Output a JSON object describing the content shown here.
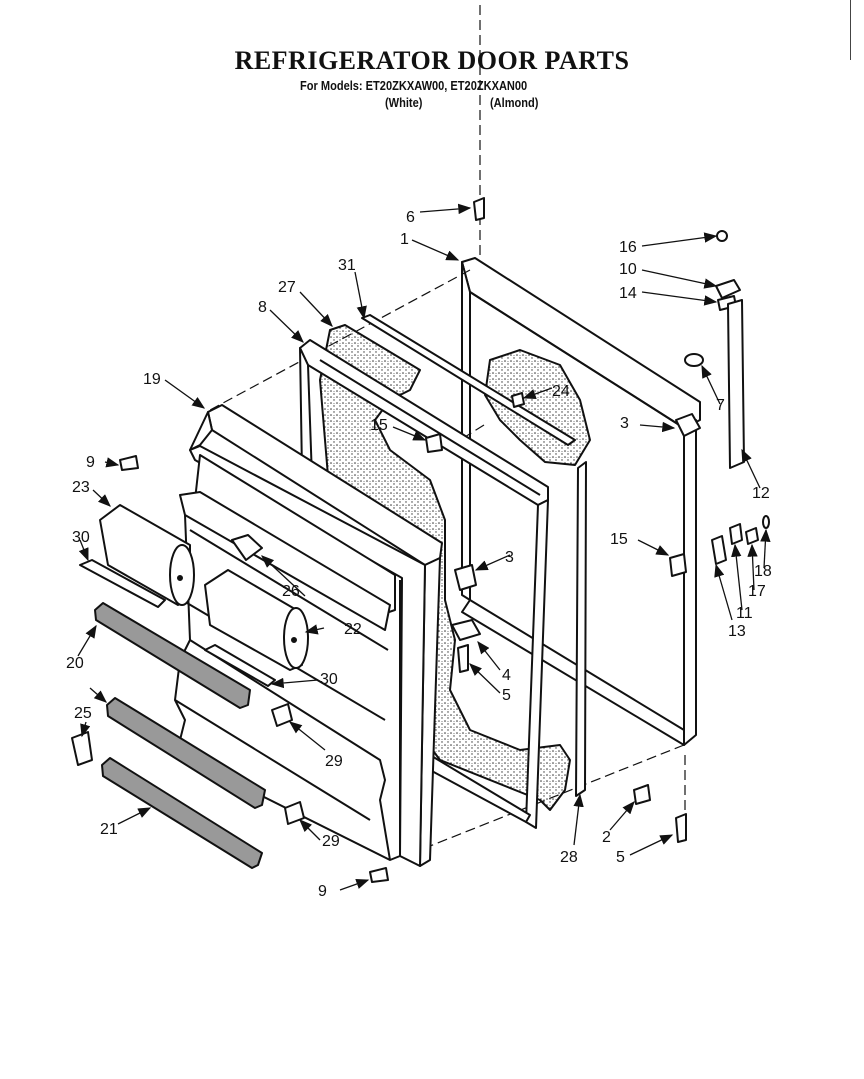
{
  "title": "REFRIGERATOR DOOR PARTS",
  "subtitle": "For Models: ET20ZKXAW00, ET20ZKXAN00",
  "variants": {
    "white": "(White)",
    "almond": "(Almond)"
  },
  "callouts": {
    "c1": "1",
    "c2": "2",
    "c3a": "3",
    "c3b": "3",
    "c4": "4",
    "c5a": "5",
    "c5b": "5",
    "c6": "6",
    "c7": "7",
    "c8": "8",
    "c9a": "9",
    "c9b": "9",
    "c10": "10",
    "c11": "11",
    "c12": "12",
    "c13": "13",
    "c14": "14",
    "c15a": "15",
    "c15b": "15",
    "c16": "16",
    "c17": "17",
    "c18": "18",
    "c19": "19",
    "c20": "20",
    "c21": "21",
    "c22": "22",
    "c23": "23",
    "c24": "24",
    "c25": "25",
    "c26": "26",
    "c27": "27",
    "c28": "28",
    "c29a": "29",
    "c29b": "29",
    "c30a": "30",
    "c30b": "30",
    "c31": "31"
  }
}
